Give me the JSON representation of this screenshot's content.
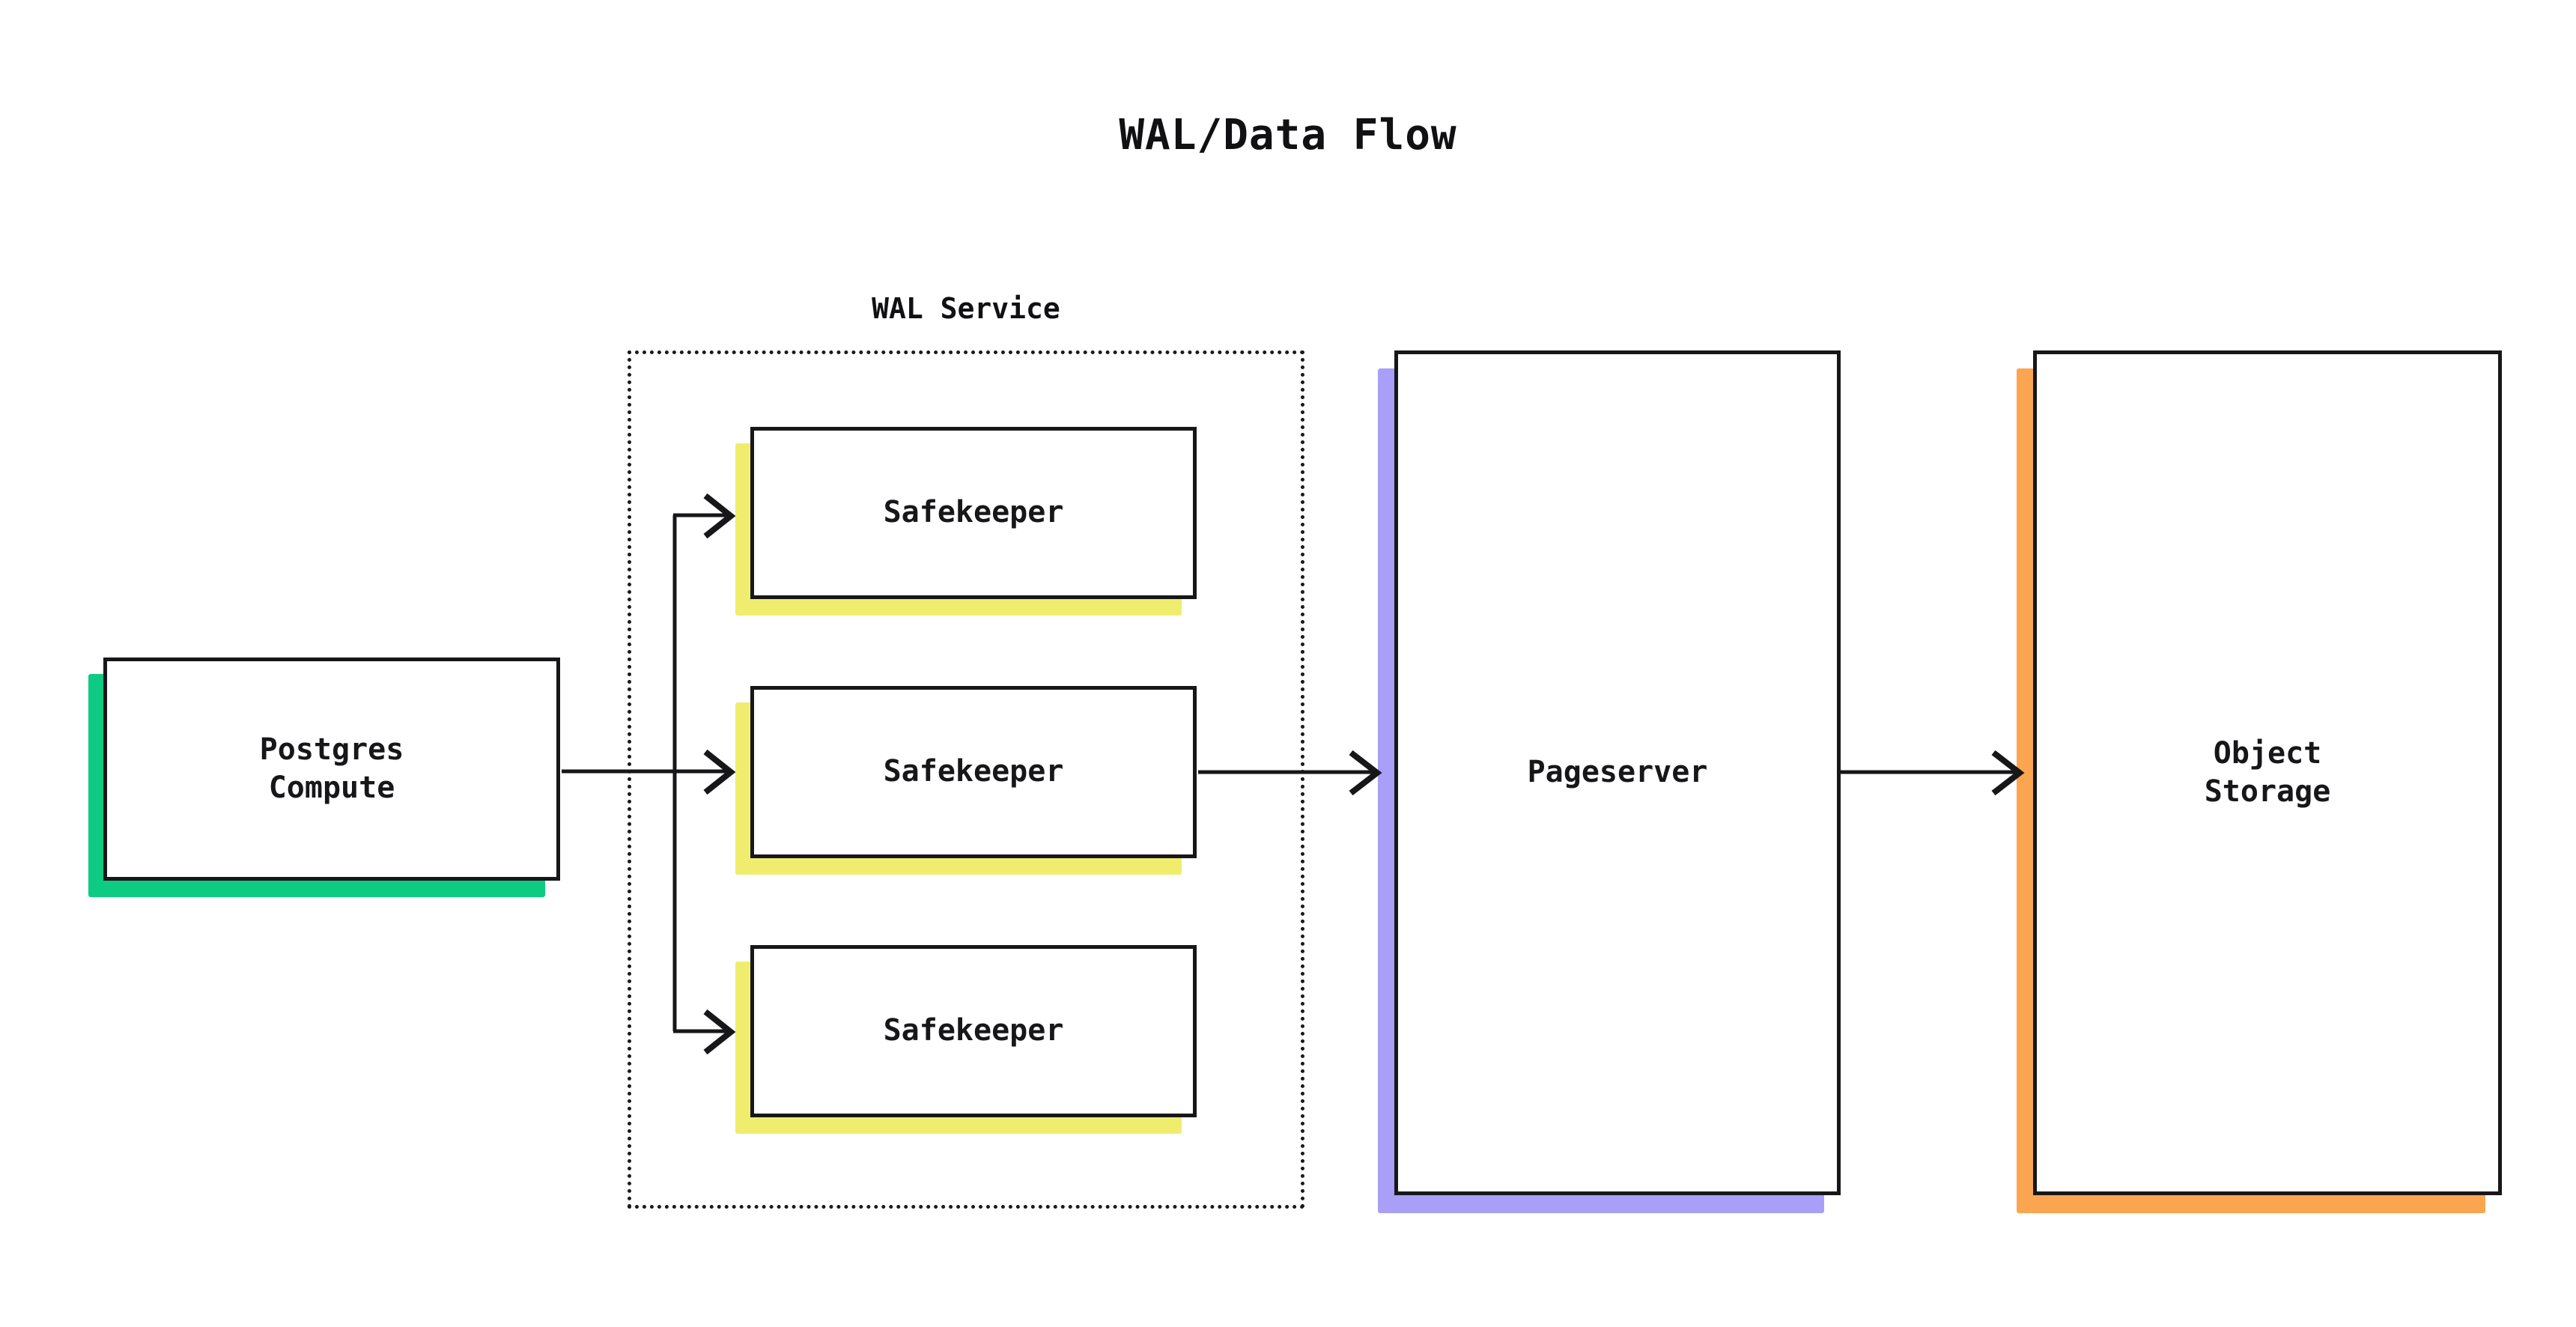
{
  "diagram": {
    "title": "WAL/Data Flow",
    "type": "flow-diagram",
    "background_color": "#ffffff",
    "line_color": "#17171a"
  },
  "cluster": {
    "label": "WAL Service",
    "border_style": "dotted"
  },
  "nodes": {
    "postgres_compute": {
      "label": "Postgres\nCompute",
      "accent_color": "#0ecb83"
    },
    "safekeepers": [
      {
        "label": "Safekeeper",
        "accent_color": "#f0ed6e"
      },
      {
        "label": "Safekeeper",
        "accent_color": "#f0ed6e"
      },
      {
        "label": "Safekeeper",
        "accent_color": "#f0ed6e"
      }
    ],
    "pageserver": {
      "label": "Pageserver",
      "accent_color": "#a99ff8"
    },
    "object_storage": {
      "label": "Object\nStorage",
      "accent_color": "#fba551"
    }
  },
  "edges": [
    {
      "from": "postgres_compute",
      "to": "safekeeper_1",
      "style": "orthogonal-arrow"
    },
    {
      "from": "postgres_compute",
      "to": "safekeeper_2",
      "style": "straight-arrow"
    },
    {
      "from": "postgres_compute",
      "to": "safekeeper_3",
      "style": "orthogonal-arrow"
    },
    {
      "from": "safekeeper_2",
      "to": "pageserver",
      "style": "straight-arrow"
    },
    {
      "from": "pageserver",
      "to": "object_storage",
      "style": "straight-arrow"
    }
  ]
}
